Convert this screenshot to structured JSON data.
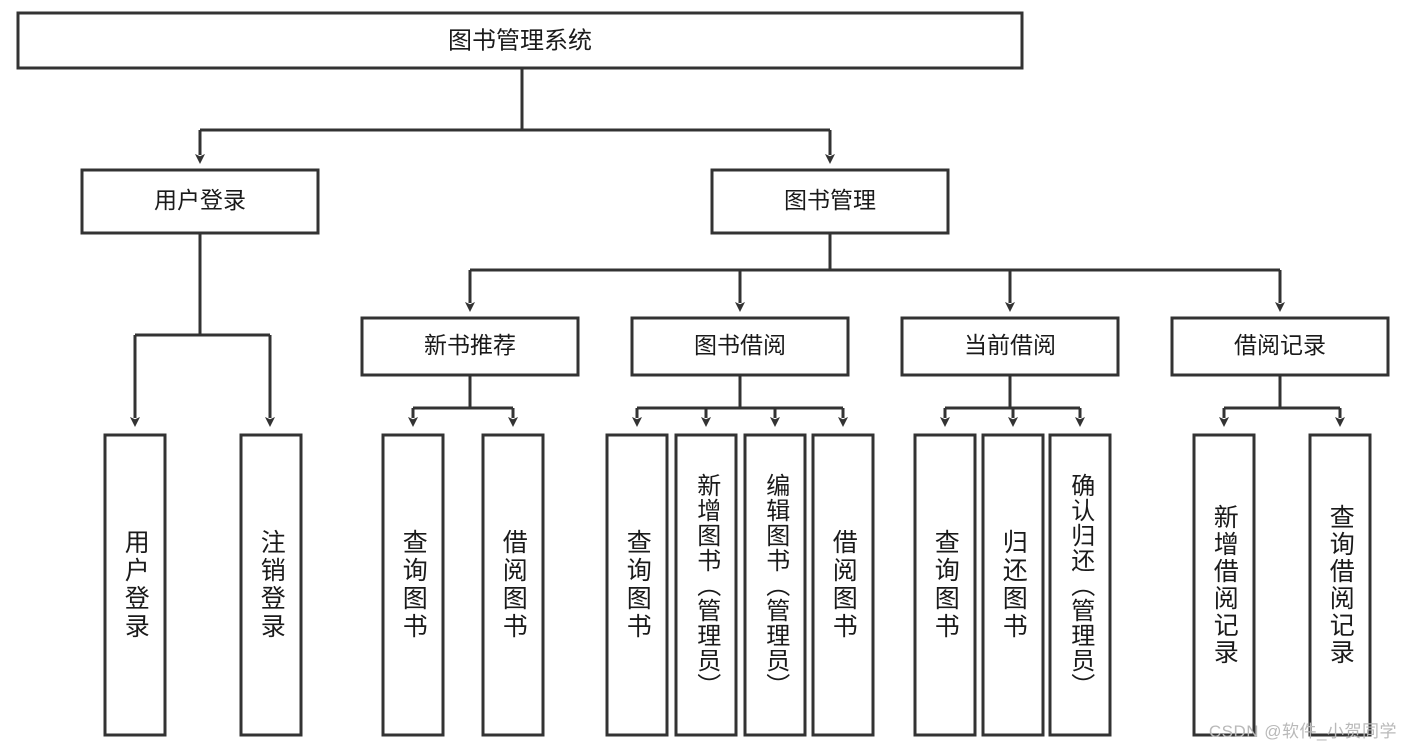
{
  "diagram": {
    "title": "图书管理系统",
    "type": "tree",
    "root": {
      "id": "root",
      "label": "图书管理系统"
    },
    "level2": [
      {
        "id": "user-login",
        "label": "用户登录"
      },
      {
        "id": "book-manage",
        "label": "图书管理"
      }
    ],
    "level3": [
      {
        "id": "new-book-recommend",
        "label": "新书推荐",
        "parent": "book-manage"
      },
      {
        "id": "book-borrow",
        "label": "图书借阅",
        "parent": "book-manage"
      },
      {
        "id": "current-borrow",
        "label": "当前借阅",
        "parent": "book-manage"
      },
      {
        "id": "borrow-record",
        "label": "借阅记录",
        "parent": "book-manage"
      }
    ],
    "leaves": [
      {
        "id": "leaf-user-login",
        "label": "用户登录",
        "parent": "user-login"
      },
      {
        "id": "leaf-user-logout",
        "label": "注销登录",
        "parent": "user-login"
      },
      {
        "id": "leaf-query-book-1",
        "label": "查询图书",
        "parent": "new-book-recommend"
      },
      {
        "id": "leaf-borrow-book-1",
        "label": "借阅图书",
        "parent": "new-book-recommend"
      },
      {
        "id": "leaf-query-book-2",
        "label": "查询图书",
        "parent": "book-borrow"
      },
      {
        "id": "leaf-add-book",
        "label": "新增图书（管理员）",
        "parent": "book-borrow"
      },
      {
        "id": "leaf-edit-book",
        "label": "编辑图书（管理员）",
        "parent": "book-borrow"
      },
      {
        "id": "leaf-borrow-book-2",
        "label": "借阅图书",
        "parent": "book-borrow"
      },
      {
        "id": "leaf-query-book-3",
        "label": "查询图书",
        "parent": "current-borrow"
      },
      {
        "id": "leaf-return-book",
        "label": "归还图书",
        "parent": "current-borrow"
      },
      {
        "id": "leaf-confirm-return",
        "label": "确认归还（管理员）",
        "parent": "current-borrow"
      },
      {
        "id": "leaf-add-record",
        "label": "新增借阅记录",
        "parent": "borrow-record"
      },
      {
        "id": "leaf-query-record",
        "label": "查询借阅记录",
        "parent": "borrow-record"
      }
    ],
    "colors": {
      "stroke": "#333333",
      "fill": "#ffffff",
      "text": "#1a1a1a",
      "watermark": "#b9b9b9"
    }
  },
  "watermark": {
    "text": "CSDN @软件_小贺同学"
  }
}
